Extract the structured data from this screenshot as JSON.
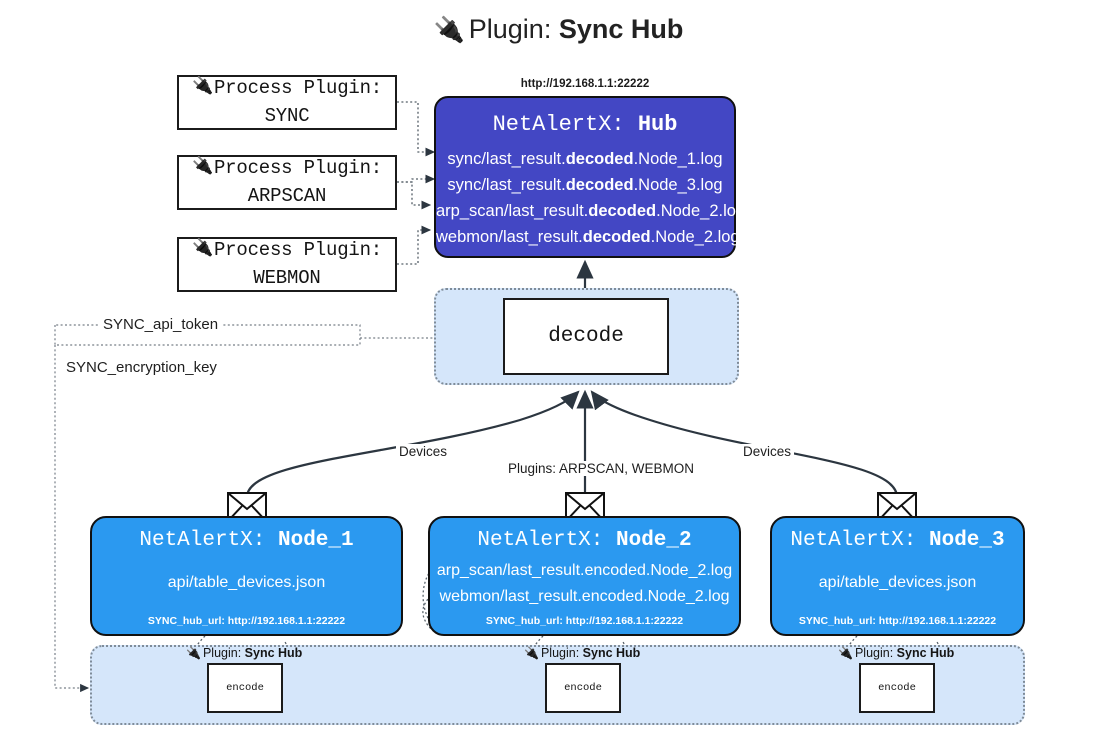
{
  "title": {
    "icon": "plug-icon",
    "prefix": "Plugin:",
    "name": "Sync Hub"
  },
  "process_plugins": [
    {
      "icon": "plug-icon",
      "line1": "Process Plugin:",
      "line2": "SYNC"
    },
    {
      "icon": "plug-icon",
      "line1": "Process Plugin:",
      "line2": "ARPSCAN"
    },
    {
      "icon": "plug-icon",
      "line1": "Process Plugin:",
      "line2": "WEBMON"
    }
  ],
  "hub": {
    "url": "http://192.168.1.1:22222",
    "title_prefix": "NetAlertX:",
    "title_name": "Hub",
    "logs": [
      {
        "pre": "sync/last_result.",
        "strong": "decoded",
        "post": ".Node_1.log"
      },
      {
        "pre": "sync/last_result.",
        "strong": "decoded",
        "post": ".Node_3.log"
      },
      {
        "pre": "arp_scan/last_result.",
        "strong": "decoded",
        "post": ".Node_2.log"
      },
      {
        "pre": "webmon/last_result.",
        "strong": "decoded",
        "post": ".Node_2.log"
      }
    ]
  },
  "decode": {
    "label": "decode"
  },
  "settings": {
    "api_token": "SYNC_api_token",
    "encryption_key": "SYNC_encryption_key"
  },
  "edge_labels": {
    "devices_left": "Devices",
    "devices_right": "Devices",
    "plugins_middle": "Plugins: ARPSCAN, WEBMON"
  },
  "nodes": [
    {
      "icon": "envelope-icon",
      "title_prefix": "NetAlertX:",
      "title_name": "Node_1",
      "lines": [
        "api/table_devices.json"
      ],
      "footer": "SYNC_hub_url: http://192.168.1.1:22222"
    },
    {
      "icon": "envelope-icon",
      "title_prefix": "NetAlertX:",
      "title_name": "Node_2",
      "lines": [
        "arp_scan/last_result.encoded.Node_2.log",
        "webmon/last_result.encoded.Node_2.log"
      ],
      "footer": "SYNC_hub_url: http://192.168.1.1:22222"
    },
    {
      "icon": "envelope-icon",
      "title_prefix": "NetAlertX:",
      "title_name": "Node_3",
      "lines": [
        "api/table_devices.json"
      ],
      "footer": "SYNC_hub_url: http://192.168.1.1:22222"
    }
  ],
  "encoders": [
    {
      "icon": "plug-icon",
      "tag_prefix": "Plugin:",
      "tag_name": "Sync Hub",
      "label": "encode"
    },
    {
      "icon": "plug-icon",
      "tag_prefix": "Plugin:",
      "tag_name": "Sync Hub",
      "label": "encode"
    },
    {
      "icon": "plug-icon",
      "tag_prefix": "Plugin:",
      "tag_name": "Sync Hub",
      "label": "encode"
    }
  ],
  "colors": {
    "hub_fill": "#4347c4",
    "node_fill": "#2b99f0",
    "pod_fill": "#d5e6fa",
    "stroke": "#111111",
    "dotted": "#7f8c99"
  }
}
